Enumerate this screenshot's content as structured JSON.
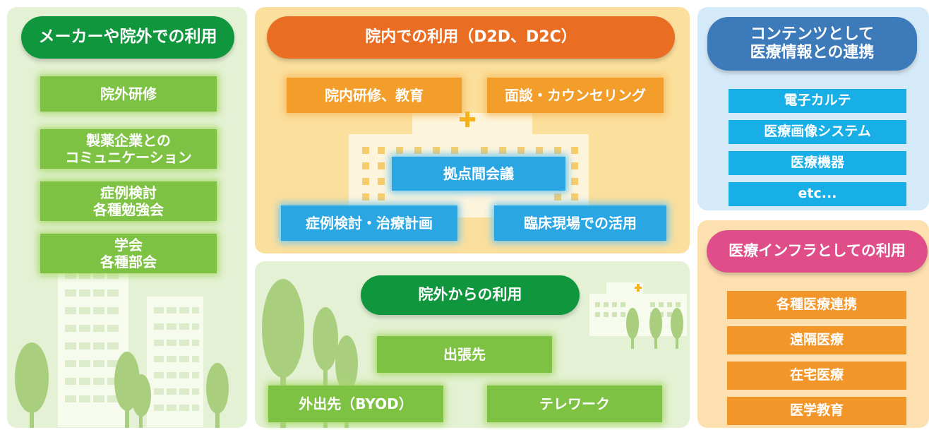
{
  "colors": {
    "green_panel": "#e4f1d4",
    "yellow_panel": "#fbdf9c",
    "blue_panel": "#d5eaf8",
    "orange_panel": "#fde0b0",
    "green_pill": "#10973e",
    "orange_pill": "#e96e24",
    "blue_pill": "#3d7ab9",
    "pink_pill": "#e04e8a",
    "green_box": "#7dc242",
    "orange_box": "#f39e2a",
    "blue_box": "#2aa7e2",
    "cross": "#f6b21a"
  },
  "left_panel": {
    "title": "メーカーや院外での利用",
    "items": [
      "院外研修",
      "製薬企業との\nコミュニケーション",
      "症例検討\n各種勉強会",
      "学会\n各種部会"
    ]
  },
  "center_top_panel": {
    "title": "院内での利用（D2D、D2C）",
    "items": {
      "training": "院内研修、教育",
      "counseling": "面談・カウンセリング",
      "meeting": "拠点間会議",
      "case_planning": "症例検討・治療計画",
      "clinical": "臨床現場での活用"
    }
  },
  "center_bottom_panel": {
    "title": "院外からの利用",
    "items": {
      "business_trip": "出張先",
      "outside": "外出先（BYOD）",
      "telework": "テレワーク"
    }
  },
  "right_top_panel": {
    "title": "コンテンツとして\n医療情報との連携",
    "items": [
      "電子カルテ",
      "医療画像システム",
      "医療機器",
      "etc..."
    ]
  },
  "right_bottom_panel": {
    "title": "医療インフラとしての利用",
    "items": [
      "各種医療連携",
      "遠隔医療",
      "在宅医療",
      "医学教育"
    ]
  }
}
